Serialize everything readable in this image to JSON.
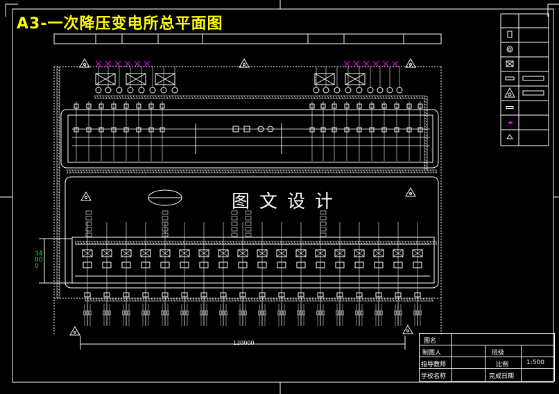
{
  "drawing": {
    "title": "A3-一次降压变电所总平面图",
    "watermark": "图文设计",
    "dim_vertical": "34000",
    "dim_horizontal": "120000"
  },
  "header_strip": {
    "cells": [
      "",
      "",
      "",
      "",
      "",
      "",
      "",
      "",
      ""
    ]
  },
  "legend": {
    "rows": [
      {
        "icon": "rectangle-icon",
        "label": "",
        "color": "#ffffff"
      },
      {
        "icon": "transformer-icon",
        "label": "",
        "color": "#ffffff"
      },
      {
        "icon": "breaker-box-icon",
        "label": "",
        "color": "#ffffff"
      },
      {
        "icon": "bus-bar-icon",
        "label": "",
        "color": "#ffffff"
      },
      {
        "icon": "lightning-arrester-icon",
        "label": "",
        "color": "#ffffff"
      },
      {
        "icon": "fuse-icon",
        "label": "",
        "color": "#ffffff"
      },
      {
        "icon": "insulator-icon",
        "label": "",
        "color": "#00ff00"
      },
      {
        "icon": "ground-icon",
        "label": "",
        "color": "#00ff00"
      }
    ]
  },
  "title_block": {
    "r1_label": "图名",
    "r1_value": "",
    "r2_label": "制图人",
    "r2_mid": "班级",
    "r3_label": "指导教师",
    "r3_mid": "比例",
    "r3_value": "1:500",
    "r4_label": "学校名称",
    "r4_mid": "完成日期"
  },
  "colors": {
    "background": "#000000",
    "line": "#ffffff",
    "title": "#ffff00",
    "accent_magenta": "#ff00ff",
    "dimension": "#00ff00"
  }
}
